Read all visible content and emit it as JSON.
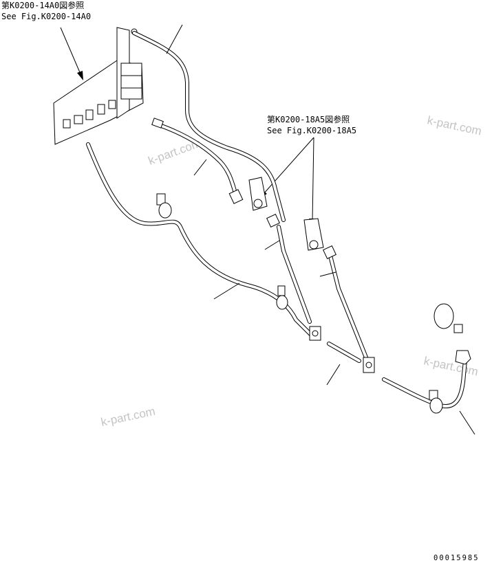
{
  "references": {
    "ref_14a0_ja": "第K0200-14A0図参照",
    "ref_14a0_en": "See Fig.K0200-14A0",
    "ref_18a5_ja": "第K0200-18A5図参照",
    "ref_18a5_en": "See Fig.K0200-18A5"
  },
  "watermarks": [
    "k-part.com",
    "k-part.com",
    "k-part.com",
    "k-part.com"
  ],
  "drawing_number": "00015985"
}
